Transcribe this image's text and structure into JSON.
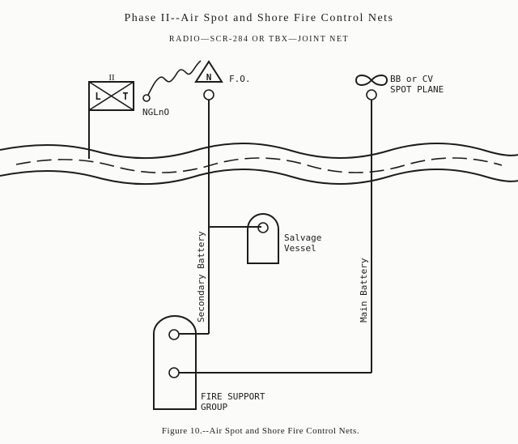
{
  "title": "Phase II--Air Spot and Shore Fire Control Nets",
  "subtitle": "RADIO—SCR-284 OR TBX—JOINT NET",
  "caption": "Figure 10.--Air Spot and Shore Fire Control Nets.",
  "units": {
    "lt_unit": {
      "left_letter": "L",
      "right_letter": "T",
      "size_mark": "II"
    },
    "ngl": {
      "label": "NGLnO"
    },
    "fo": {
      "symbol_letter": "N",
      "label": "F.O."
    },
    "plane": {
      "line1": "BB or CV",
      "line2": "SPOT PLANE"
    },
    "salvage": {
      "line1": "Salvage",
      "line2": "Vessel"
    },
    "fire_support": {
      "line1": "FIRE SUPPORT",
      "line2": "GROUP"
    }
  },
  "links": {
    "secondary": "Secondary Battery",
    "main": "Main Battery"
  },
  "colors": {
    "ink": "#1c1c1c",
    "paper": "#fbfbfa"
  }
}
